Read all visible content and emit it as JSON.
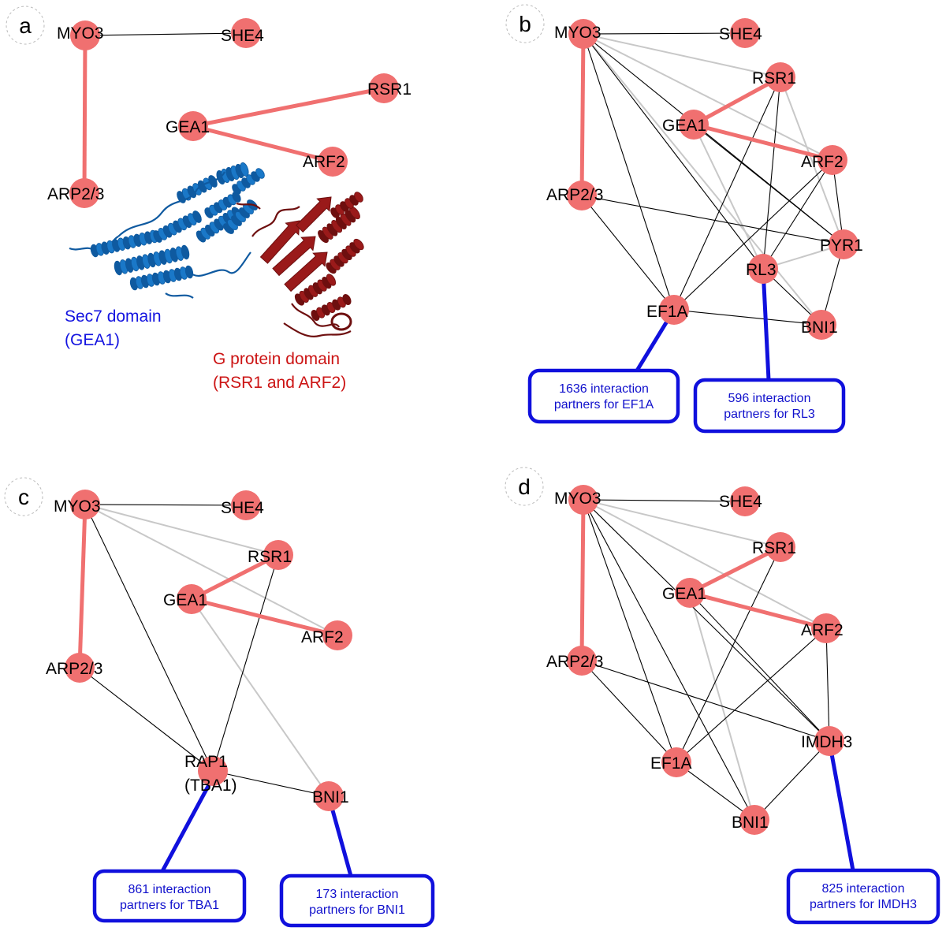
{
  "colors": {
    "node": "#f07070",
    "strong_edge": "#f07070",
    "black_edge": "#000000",
    "gray_edge": "#c8c8c8",
    "blue": "#1010dd",
    "sec7_blue": "#1a78c8",
    "gprotein_red": "#9a1a1a"
  },
  "panels": [
    {
      "letter": "a",
      "nodes": [
        {
          "id": "MYO3",
          "label": "MYO3"
        },
        {
          "id": "SHE4",
          "label": "SHE4"
        },
        {
          "id": "RSR1",
          "label": "RSR1"
        },
        {
          "id": "GEA1",
          "label": "GEA1"
        },
        {
          "id": "ARF2",
          "label": "ARF2"
        },
        {
          "id": "ARP23",
          "label": "ARP2/3"
        }
      ],
      "edges": [
        [
          "MYO3",
          "SHE4",
          "black"
        ],
        [
          "MYO3",
          "ARP23",
          "strong"
        ],
        [
          "GEA1",
          "RSR1",
          "strong"
        ],
        [
          "GEA1",
          "ARF2",
          "strong"
        ]
      ],
      "domains": [
        {
          "name": "sec7",
          "lines": [
            "Sec7 domain",
            "(GEA1)"
          ]
        },
        {
          "name": "gprotein",
          "lines": [
            "G protein domain",
            "(RSR1 and ARF2)"
          ]
        }
      ]
    },
    {
      "letter": "b",
      "nodes": [
        {
          "id": "MYO3",
          "label": "MYO3"
        },
        {
          "id": "SHE4",
          "label": "SHE4"
        },
        {
          "id": "RSR1",
          "label": "RSR1"
        },
        {
          "id": "GEA1",
          "label": "GEA1"
        },
        {
          "id": "ARF2",
          "label": "ARF2"
        },
        {
          "id": "ARP23",
          "label": "ARP2/3"
        },
        {
          "id": "PYR1",
          "label": "PYR1"
        },
        {
          "id": "RL3",
          "label": "RL3"
        },
        {
          "id": "EF1A",
          "label": "EF1A"
        },
        {
          "id": "BNI1",
          "label": "BNI1"
        }
      ],
      "edges": [
        [
          "MYO3",
          "SHE4",
          "black"
        ],
        [
          "MYO3",
          "ARP23",
          "strong"
        ],
        [
          "GEA1",
          "RSR1",
          "strong"
        ],
        [
          "GEA1",
          "ARF2",
          "strong"
        ],
        [
          "MYO3",
          "RSR1",
          "gray"
        ],
        [
          "MYO3",
          "ARF2",
          "gray"
        ],
        [
          "MYO3",
          "PYR1",
          "black"
        ],
        [
          "MYO3",
          "EF1A",
          "black"
        ],
        [
          "MYO3",
          "RL3",
          "black"
        ],
        [
          "MYO3",
          "BNI1",
          "gray"
        ],
        [
          "GEA1",
          "PYR1",
          "black"
        ],
        [
          "GEA1",
          "RL3",
          "gray"
        ],
        [
          "RSR1",
          "EF1A",
          "black"
        ],
        [
          "RSR1",
          "RL3",
          "black"
        ],
        [
          "RSR1",
          "PYR1",
          "gray"
        ],
        [
          "ARF2",
          "EF1A",
          "black"
        ],
        [
          "ARF2",
          "RL3",
          "black"
        ],
        [
          "ARF2",
          "PYR1",
          "black"
        ],
        [
          "ARP23",
          "EF1A",
          "black"
        ],
        [
          "ARP23",
          "PYR1",
          "black"
        ],
        [
          "EF1A",
          "BNI1",
          "black"
        ],
        [
          "RL3",
          "BNI1",
          "black"
        ],
        [
          "PYR1",
          "BNI1",
          "black"
        ],
        [
          "PYR1",
          "RL3",
          "gray"
        ]
      ],
      "callouts": [
        {
          "node": "EF1A",
          "lines": [
            "1636 interaction",
            "partners for EF1A"
          ]
        },
        {
          "node": "RL3",
          "lines": [
            "596 interaction",
            "partners for RL3"
          ]
        }
      ]
    },
    {
      "letter": "c",
      "nodes": [
        {
          "id": "MYO3",
          "label": "MYO3"
        },
        {
          "id": "SHE4",
          "label": "SHE4"
        },
        {
          "id": "RSR1",
          "label": "RSR1"
        },
        {
          "id": "GEA1",
          "label": "GEA1"
        },
        {
          "id": "ARF2",
          "label": "ARF2"
        },
        {
          "id": "ARP23",
          "label": "ARP2/3"
        },
        {
          "id": "RAP1",
          "label": "RAP1"
        },
        {
          "id": "RAP1b",
          "label": "(TBA1)"
        },
        {
          "id": "BNI1",
          "label": "BNI1"
        }
      ],
      "edges": [
        [
          "MYO3",
          "SHE4",
          "black"
        ],
        [
          "MYO3",
          "ARP23",
          "strong"
        ],
        [
          "GEA1",
          "RSR1",
          "strong"
        ],
        [
          "GEA1",
          "ARF2",
          "strong"
        ],
        [
          "MYO3",
          "RSR1",
          "gray"
        ],
        [
          "MYO3",
          "ARF2",
          "gray"
        ],
        [
          "MYO3",
          "RAP1",
          "black"
        ],
        [
          "RSR1",
          "RAP1",
          "black"
        ],
        [
          "GEA1",
          "BNI1",
          "gray"
        ],
        [
          "ARP23",
          "RAP1",
          "black"
        ],
        [
          "RAP1",
          "BNI1",
          "black"
        ]
      ],
      "callouts": [
        {
          "node": "RAP1",
          "lines": [
            "861 interaction",
            "partners for TBA1"
          ]
        },
        {
          "node": "BNI1",
          "lines": [
            "173 interaction",
            "partners for BNI1"
          ]
        }
      ]
    },
    {
      "letter": "d",
      "nodes": [
        {
          "id": "MYO3",
          "label": "MYO3"
        },
        {
          "id": "SHE4",
          "label": "SHE4"
        },
        {
          "id": "RSR1",
          "label": "RSR1"
        },
        {
          "id": "GEA1",
          "label": "GEA1"
        },
        {
          "id": "ARF2",
          "label": "ARF2"
        },
        {
          "id": "ARP23",
          "label": "ARP2/3"
        },
        {
          "id": "IMDH3",
          "label": "IMDH3"
        },
        {
          "id": "EF1A",
          "label": "EF1A"
        },
        {
          "id": "BNI1",
          "label": "BNI1"
        }
      ],
      "edges": [
        [
          "MYO3",
          "SHE4",
          "black"
        ],
        [
          "MYO3",
          "ARP23",
          "strong"
        ],
        [
          "GEA1",
          "RSR1",
          "strong"
        ],
        [
          "GEA1",
          "ARF2",
          "strong"
        ],
        [
          "MYO3",
          "RSR1",
          "gray"
        ],
        [
          "MYO3",
          "ARF2",
          "gray"
        ],
        [
          "MYO3",
          "EF1A",
          "black"
        ],
        [
          "MYO3",
          "IMDH3",
          "black"
        ],
        [
          "MYO3",
          "BNI1",
          "black"
        ],
        [
          "GEA1",
          "BNI1",
          "gray"
        ],
        [
          "GEA1",
          "IMDH3",
          "black"
        ],
        [
          "RSR1",
          "EF1A",
          "black"
        ],
        [
          "ARF2",
          "EF1A",
          "black"
        ],
        [
          "ARF2",
          "IMDH3",
          "black"
        ],
        [
          "ARP23",
          "EF1A",
          "black"
        ],
        [
          "ARP23",
          "IMDH3",
          "black"
        ],
        [
          "EF1A",
          "BNI1",
          "black"
        ],
        [
          "IMDH3",
          "BNI1",
          "black"
        ]
      ],
      "callouts": [
        {
          "node": "IMDH3",
          "lines": [
            "825 interaction",
            "partners for IMDH3"
          ]
        }
      ]
    }
  ]
}
